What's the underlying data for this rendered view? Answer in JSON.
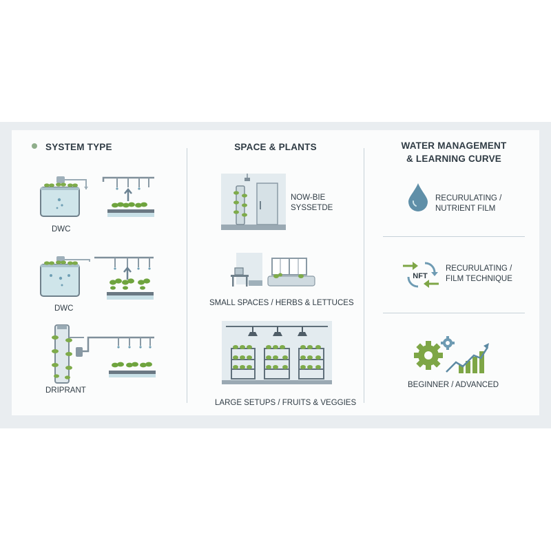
{
  "columns": {
    "system_type": {
      "heading": "SYSTEM TYPE",
      "items": [
        {
          "label": "DWC"
        },
        {
          "label": "DWC"
        },
        {
          "label": "DRIPRANT"
        }
      ]
    },
    "space_plants": {
      "heading": "SPACE & PLANTS",
      "items": [
        {
          "label": "NOW-BIE\nSYSSETDE"
        },
        {
          "label": "SMALL SPACES / HERBS & LETTUCES"
        },
        {
          "label": "LARGE SETUPS / FRUITS & VEGGIES"
        }
      ]
    },
    "water_learning": {
      "heading": "WATER MANAGEMENT\n& LEARNING CURVE",
      "items": [
        {
          "label": "RECURULATING /\nNUTRIENT FILM",
          "icon": "water-drop-icon"
        },
        {
          "label": "RECURULATING /\nFILM TECHNIQUE",
          "icon": "nft-cycle-icon",
          "badge": "NFT"
        },
        {
          "label": "BEGINNER / ADVANCED",
          "icon": "gear-growth-chart-icon"
        }
      ]
    }
  },
  "colors": {
    "band": "#e9edf0",
    "card": "#fbfcfc",
    "text": "#2f3b44",
    "water": "#cfe5ea",
    "pipe": "#7f8f9a",
    "leaf": "#7eab4a",
    "drop": "#5f8fa8",
    "accent_green": "#7ea646",
    "accent_blue": "#6e9bb3"
  }
}
